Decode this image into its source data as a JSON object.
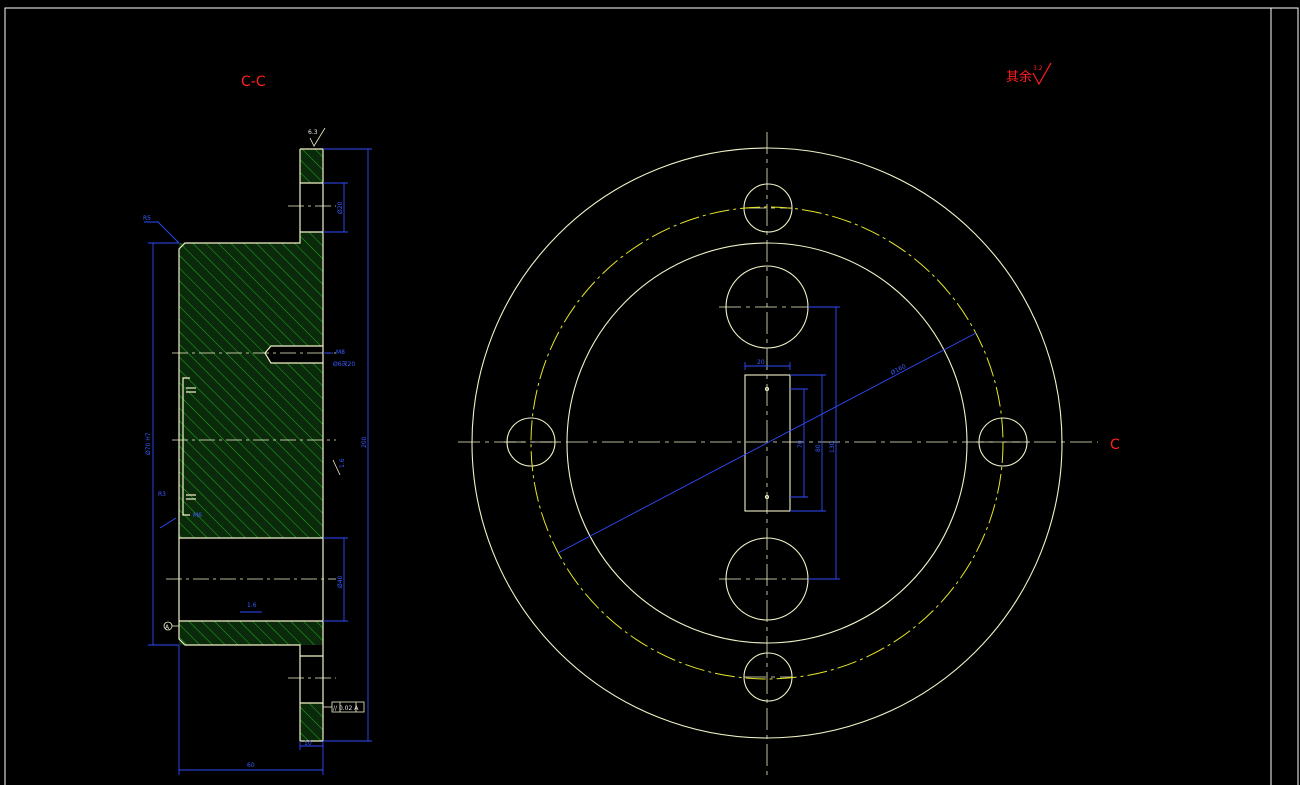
{
  "drawing": {
    "section_label": "C-C",
    "surface_note": "其余",
    "roughness_default": "3.2",
    "cut_marker": "C",
    "colors": {
      "background": "#000000",
      "geometry": "#f2f2c8",
      "hatch": "#1fb21f",
      "section_fill": "#0b2a0b",
      "dimension": "#2f4cff",
      "annotation": "#ff2020",
      "pitch_circle": "#e6e62a",
      "frame": "#ffffff"
    },
    "section_view": {
      "roughness_top": "6.3",
      "dim_top_hole": "Ø20",
      "dim_thread": "M8",
      "dim_thread_depth": "Ø6深20",
      "dim_bore_left": "Ø70 H7",
      "dim_right_total": "200",
      "dim_chamfer_right": "1.6",
      "dim_keyway": "R3",
      "dim_lower_hole": "Ø40",
      "dim_lower_roughness": "1.6",
      "dim_bottom_width": "60",
      "dim_bottom_flange": "10",
      "datum_label": "A",
      "tolerance_frame": "// 0.02 A",
      "dim_leader_top": "R5",
      "dim_slot_note": "M6"
    },
    "plan_view": {
      "dim_pcd": "Ø160",
      "dim_slot_width": "20",
      "dim_slot_length": "80",
      "dim_slot_inner": "70",
      "dim_big_holes": "130"
    }
  }
}
